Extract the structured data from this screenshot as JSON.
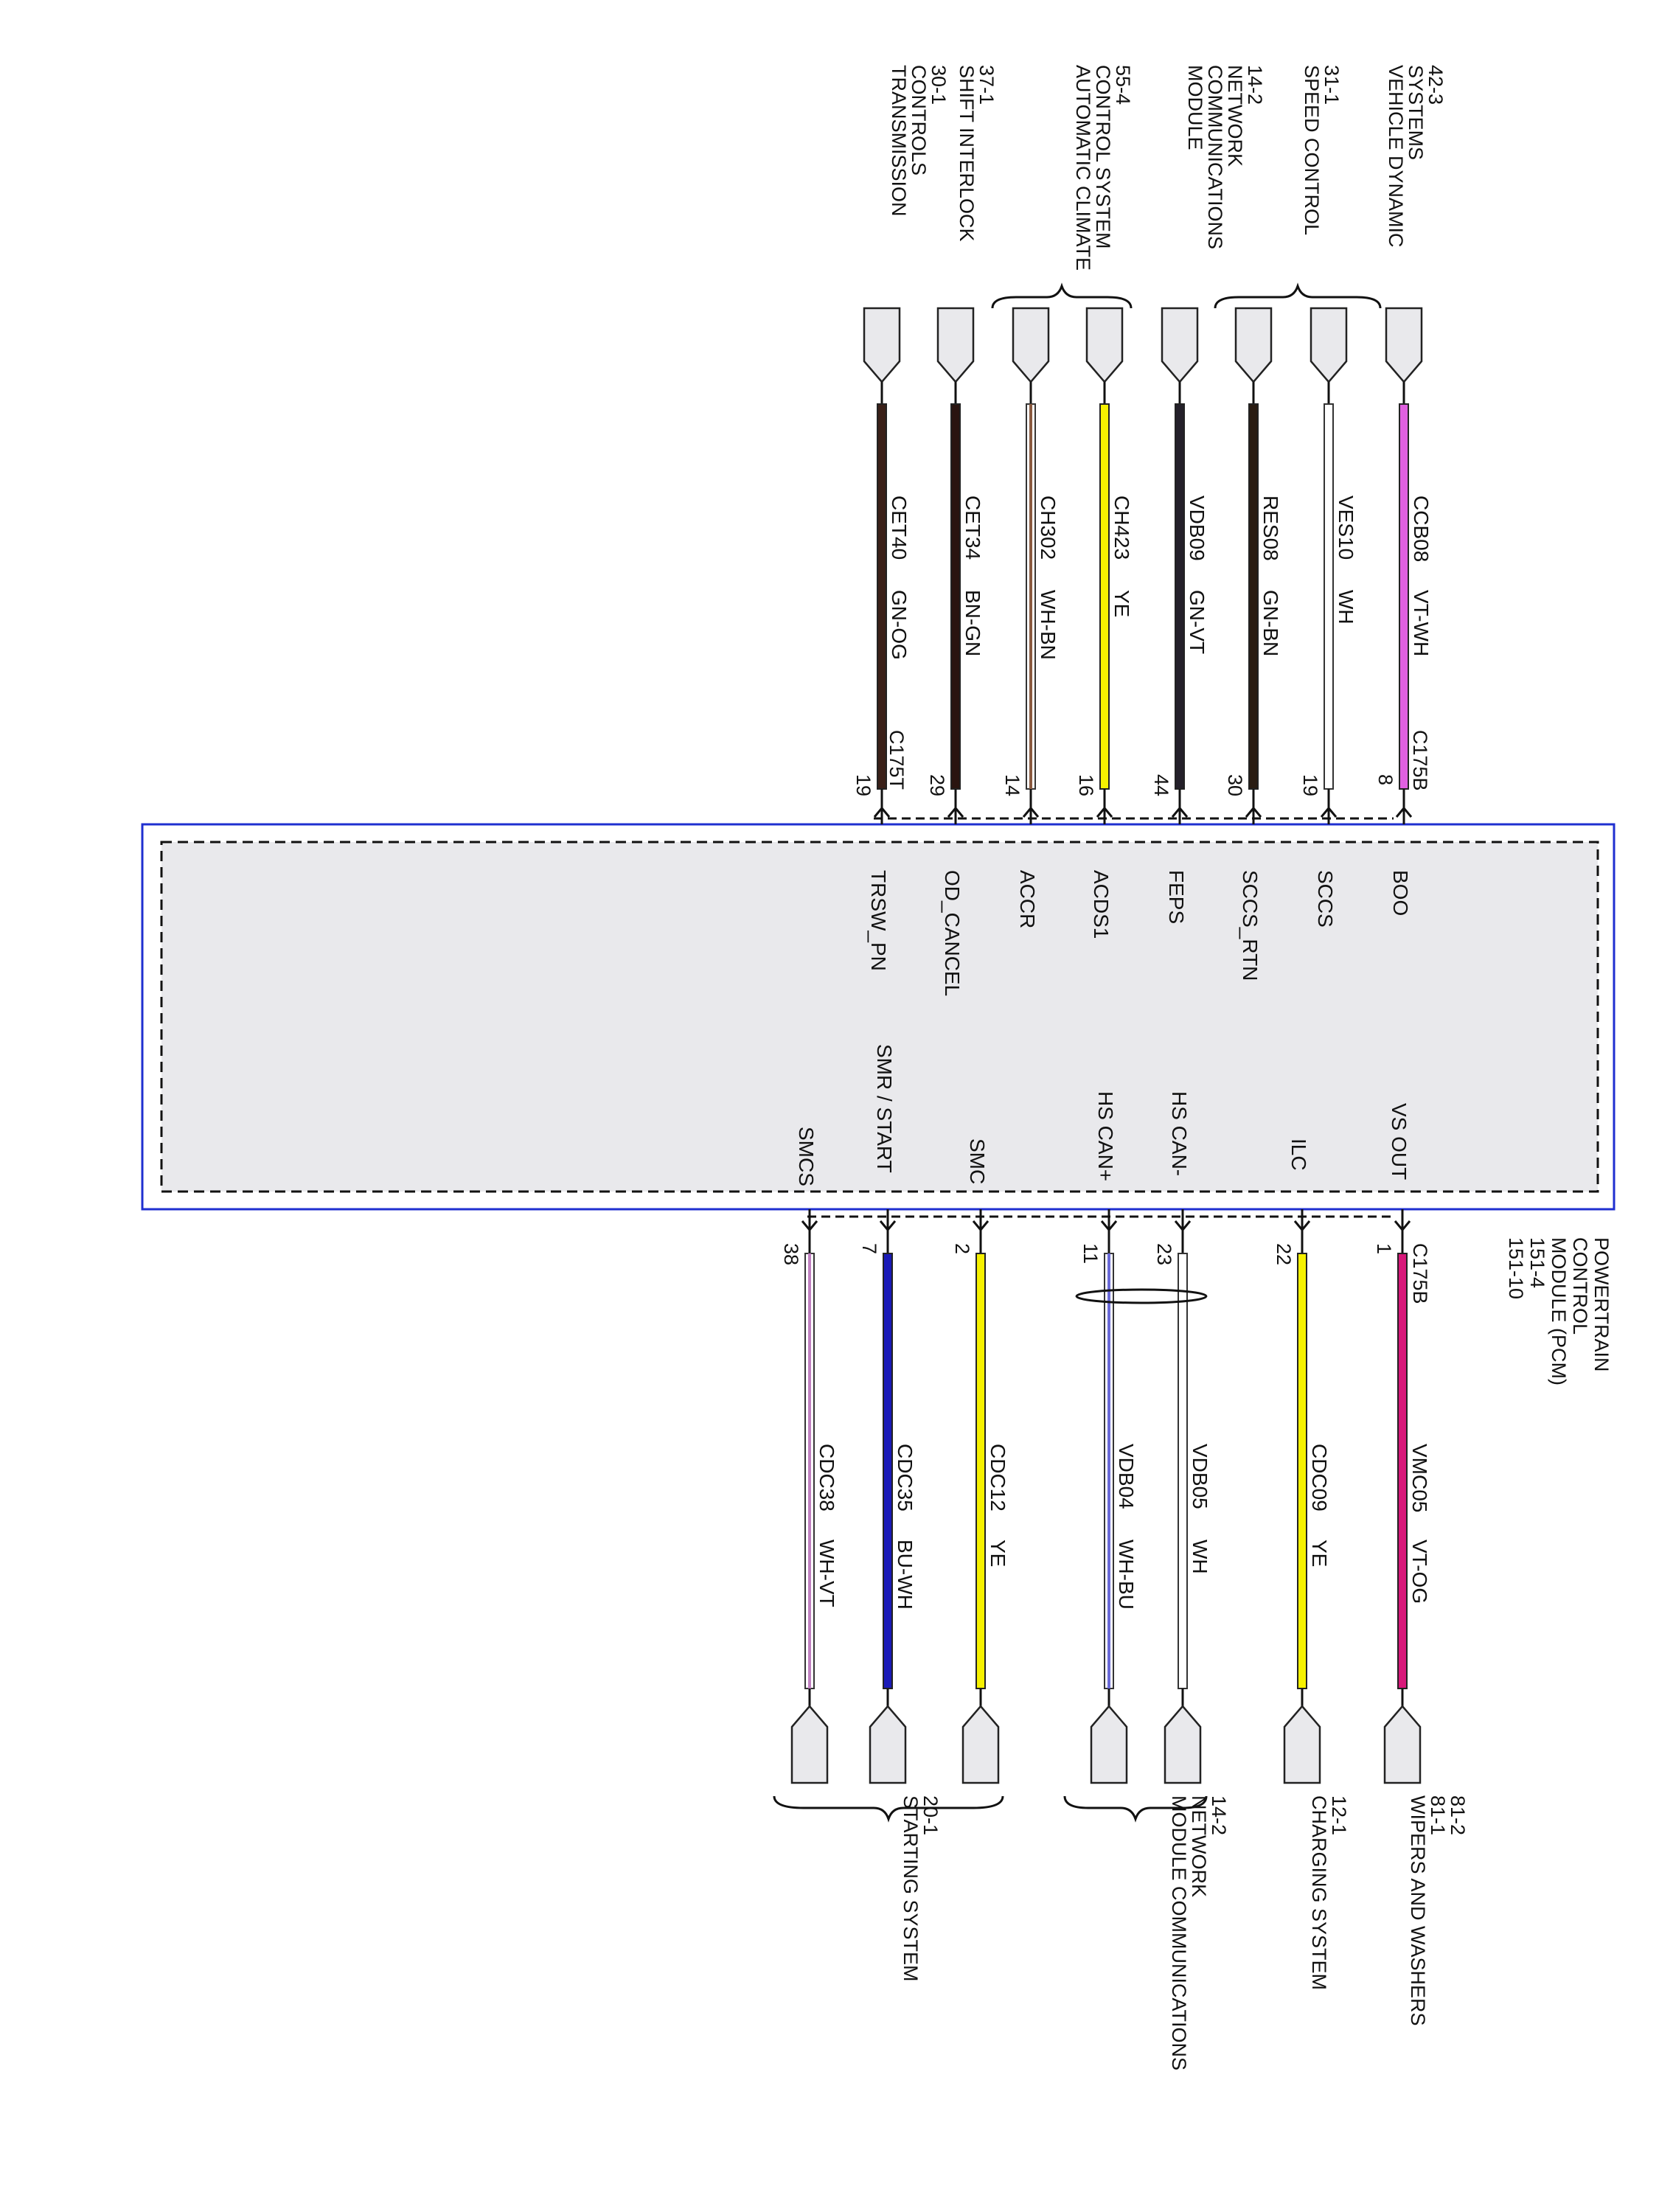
{
  "module": {
    "name_lines": [
      "POWERTRAIN",
      "CONTROL",
      "MODULE (PCM)",
      "151-4",
      "151-10"
    ],
    "fill_color": "#e9e9ec",
    "border_color": "#1f2fd0"
  },
  "connectors": {
    "top_left": "C175T",
    "top_right": "C175B",
    "bottom_right": "C175B"
  },
  "top_wires": [
    {
      "pin": "8",
      "signal": "BOO",
      "circuit": "CCB08",
      "color": "VT-WH",
      "hex": "#e060e0",
      "style": "solid"
    },
    {
      "pin": "19",
      "signal": "SCCS",
      "circuit": "VES10",
      "color": "WH",
      "hex": "#ffffff",
      "style": "outline"
    },
    {
      "pin": "30",
      "signal": "SCCS_RTN",
      "circuit": "RES08",
      "color": "GN-BN",
      "hex": "#2a1c12",
      "style": "solid"
    },
    {
      "pin": "44",
      "signal": "FEPS",
      "circuit": "VDB09",
      "color": "GN-VT",
      "hex": "#24202a",
      "style": "solid"
    },
    {
      "pin": "16",
      "signal": "ACDS1",
      "circuit": "CH423",
      "color": "YE",
      "hex": "#f6f100",
      "style": "solid"
    },
    {
      "pin": "14",
      "signal": "ACCR",
      "circuit": "CH302",
      "color": "WH-BN",
      "hex": "#8a5a40",
      "style": "stripe"
    },
    {
      "pin": "29",
      "signal": "OD_CANCEL",
      "circuit": "CET34",
      "color": "BN-GN",
      "hex": "#2a1410",
      "style": "solid"
    },
    {
      "pin": "19",
      "signal": "TRSW_PN",
      "circuit": "CET40",
      "color": "GN-OG",
      "hex": "#3a2018",
      "style": "solid"
    }
  ],
  "bottom_wires": [
    {
      "pin": "1",
      "signal": "VS OUT",
      "circuit": "VMC05",
      "color": "VT-OG",
      "hex": "#d8187a",
      "style": "solid"
    },
    {
      "pin": "22",
      "signal": "ILC",
      "circuit": "CDC09",
      "color": "YE",
      "hex": "#f6f100",
      "style": "solid"
    },
    {
      "pin": "23",
      "signal": "HS CAN-",
      "circuit": "VDB05",
      "color": "WH",
      "hex": "#ffffff",
      "style": "outline"
    },
    {
      "pin": "11",
      "signal": "HS CAN+",
      "circuit": "VDB04",
      "color": "WH-BU",
      "hex": "#6a6ad8",
      "style": "stripe"
    },
    {
      "pin": "2",
      "signal": "SMC",
      "circuit": "CDC12",
      "color": "YE",
      "hex": "#f6f100",
      "style": "solid"
    },
    {
      "pin": "7",
      "signal": "SMR / START",
      "circuit": "CDC35",
      "color": "BU-WH",
      "hex": "#1a1ab8",
      "style": "solid"
    },
    {
      "pin": "38",
      "signal": "SMCS",
      "circuit": "CDC38",
      "color": "WH-VT",
      "hex": "#c080c0",
      "style": "stripe"
    }
  ],
  "top_destinations": [
    {
      "lines": [
        "VEHICLE DYNAMIC",
        "SYSTEMS",
        "42-3"
      ]
    },
    {
      "lines": [
        "SPEED CONTROL",
        "31-1"
      ]
    },
    {
      "lines": [
        "MODULE",
        "COMMUNICATIONS",
        "NETWORK",
        "14-2"
      ]
    },
    {
      "lines": [
        "AUTOMATIC CLIMATE",
        "CONTROL SYSTEM",
        "55-4"
      ]
    },
    {
      "lines": [
        "SHIFT INTERLOCK",
        "37-1"
      ]
    },
    {
      "lines": [
        "TRANSMISSION",
        "CONTROLS",
        "30-1"
      ]
    }
  ],
  "bottom_destinations": [
    {
      "lines": [
        "WIPERS AND WASHERS",
        "81-1",
        "81-2"
      ]
    },
    {
      "lines": [
        "CHARGING SYSTEM",
        "12-1"
      ]
    },
    {
      "lines": [
        "MODULE COMMUNICATIONS",
        "NETWORK",
        "14-2"
      ]
    },
    {
      "lines": [
        "STARTING SYSTEM",
        "20-1"
      ]
    }
  ]
}
